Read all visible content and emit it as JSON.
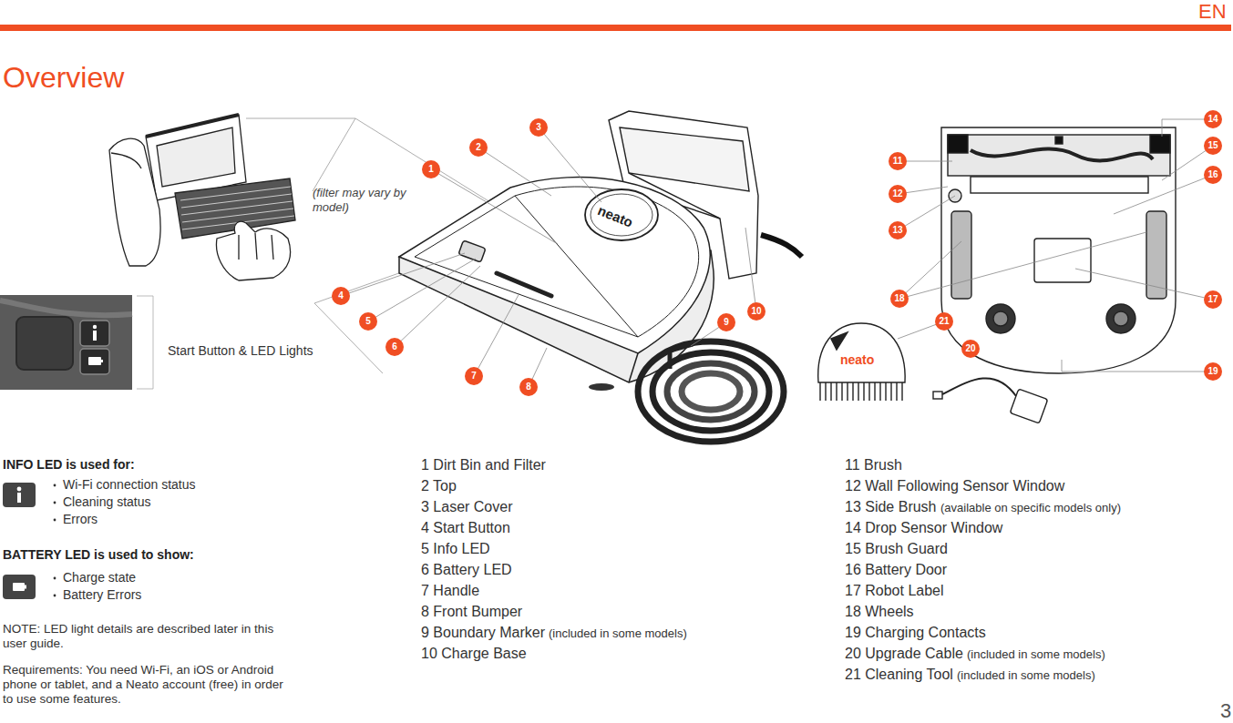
{
  "diagram": {
    "title": "Overview",
    "labels": [
      "EN",
      "3",
      "(filter may vary by model)",
      "Start Button & LED Lights",
      "1",
      "2",
      "3",
      "4",
      "5",
      "6",
      "7",
      "8",
      "9",
      "10",
      "11",
      "12",
      "13",
      "14",
      "15",
      "16",
      "17",
      "18",
      "19",
      "20",
      "21",
      "neato",
      "neato",
      "INFO LED is used for:",
      "Wi-Fi connection status",
      "Cleaning status",
      "Errors",
      "BATTERY LED is used to show:",
      "Charge state",
      "Battery Errors",
      "NOTE:  LED light details are described later in this user guide.",
      "Requirements: You need Wi-Fi, an iOS or Android phone or tablet, and a Neato account (free) in order to use some features.",
      "1 Dirt Bin and Filter",
      "2 Top",
      "3 Laser Cover",
      "4 Start Button",
      "5 Info LED",
      "6 Battery LED",
      "7 Handle",
      "8 Front Bumper",
      "9 Boundary Marker",
      "(included in some models)",
      "10 Charge Base",
      "11 Brush",
      "12 Wall Following Sensor Window",
      "13 Side Brush",
      "(available on specific models only)",
      "14 Drop Sensor Window",
      "15 Brush Guard",
      "16 Battery Door",
      "17 Robot Label",
      "18 Wheels",
      "19 Charging Contacts",
      "20 Upgrade Cable",
      "(included in some models)",
      "21 Cleaning Tool",
      "(included in some models)"
    ]
  }
}
